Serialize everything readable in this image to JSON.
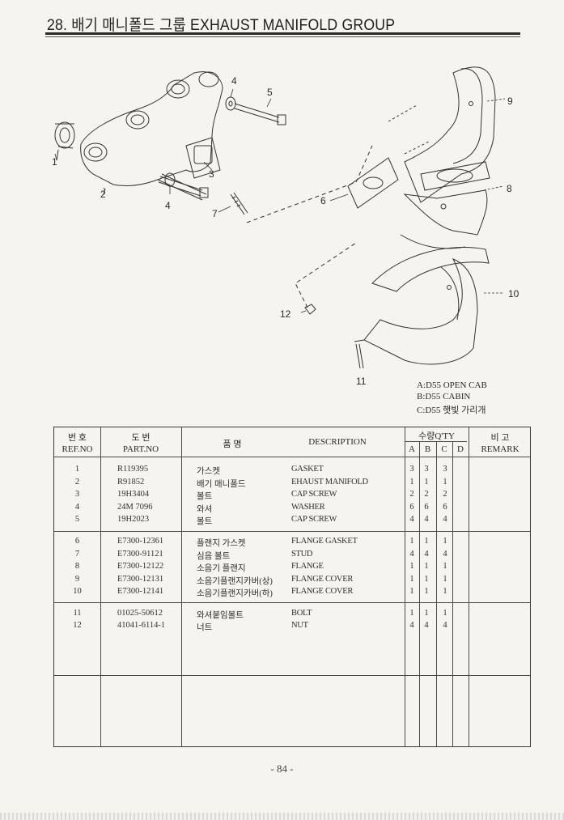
{
  "page": {
    "title": "28. 배기 매니폴드 그룹  EXHAUST MANIFOLD GROUP",
    "page_number": "- 84 -"
  },
  "diagram": {
    "callouts": [
      "1",
      "2",
      "3",
      "4",
      "4",
      "5",
      "6",
      "7",
      "8",
      "9",
      "10",
      "11",
      "12"
    ],
    "legend": [
      "A:D55 OPEN CAB",
      "B:D55 CABIN",
      "C:D55 햇빛 가리개"
    ]
  },
  "table": {
    "headers": {
      "ref_kor": "번 호",
      "ref_eng": "REF.NO",
      "part_kor": "도 번",
      "part_eng": "PART.NO",
      "name_kor": "품 명",
      "description": "DESCRIPTION",
      "qty": "수량Q'TY",
      "qty_cols": [
        "A",
        "B",
        "C",
        "D"
      ],
      "remark_kor": "비 고",
      "remark_eng": "REMARK"
    },
    "rows": [
      {
        "ref": "1",
        "part": "R119395",
        "kor": "가스켓",
        "desc": "GASKET",
        "a": "3",
        "b": "3",
        "c": "3",
        "d": ""
      },
      {
        "ref": "2",
        "part": "R91852",
        "kor": "배기 매니폴드",
        "desc": "EHAUST MANIFOLD",
        "a": "1",
        "b": "1",
        "c": "1",
        "d": ""
      },
      {
        "ref": "3",
        "part": "19H3404",
        "kor": "볼트",
        "desc": "CAP SCREW",
        "a": "2",
        "b": "2",
        "c": "2",
        "d": ""
      },
      {
        "ref": "4",
        "part": "24M 7096",
        "kor": "와셔",
        "desc": "WASHER",
        "a": "6",
        "b": "6",
        "c": "6",
        "d": ""
      },
      {
        "ref": "5",
        "part": "19H2023",
        "kor": "볼트",
        "desc": "CAP SCREW",
        "a": "4",
        "b": "4",
        "c": "4",
        "d": ""
      },
      {
        "ref": "6",
        "part": "E7300-12361",
        "kor": "플랜지 가스켓",
        "desc": "FLANGE GASKET",
        "a": "1",
        "b": "1",
        "c": "1",
        "d": ""
      },
      {
        "ref": "7",
        "part": "E7300-91121",
        "kor": "심음 볼트",
        "desc": "STUD",
        "a": "4",
        "b": "4",
        "c": "4",
        "d": ""
      },
      {
        "ref": "8",
        "part": "E7300-12122",
        "kor": "소음기 플랜지",
        "desc": "FLANGE",
        "a": "1",
        "b": "1",
        "c": "1",
        "d": ""
      },
      {
        "ref": "9",
        "part": "E7300-12131",
        "kor": "소음기플랜지카버(상)",
        "desc": "FLANGE COVER",
        "a": "1",
        "b": "1",
        "c": "1",
        "d": ""
      },
      {
        "ref": "10",
        "part": "E7300-12141",
        "kor": "소음기플랜지카버(하)",
        "desc": "FLANGE COVER",
        "a": "1",
        "b": "1",
        "c": "1",
        "d": ""
      },
      {
        "ref": "11",
        "part": "01025-50612",
        "kor": "와셔붙임볼트",
        "desc": "BOLT",
        "a": "1",
        "b": "1",
        "c": "1",
        "d": ""
      },
      {
        "ref": "12",
        "part": "41041-6114-1",
        "kor": "너트",
        "desc": "NUT",
        "a": "4",
        "b": "4",
        "c": "4",
        "d": ""
      }
    ]
  }
}
